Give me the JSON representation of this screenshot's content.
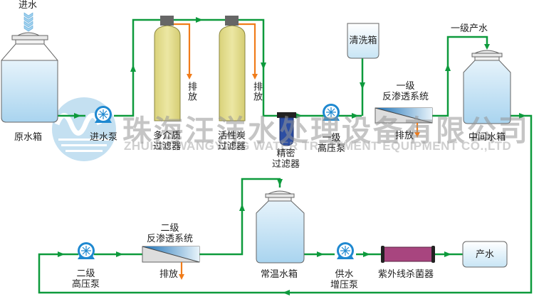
{
  "diagram": {
    "type": "process-flow",
    "subject": "two-stage reverse osmosis water treatment system",
    "colors": {
      "pipe": "#0d9a3c",
      "drain": "#f07c1a",
      "pump": "#1e88d0",
      "filter_vessel": "#e4de8a",
      "filter_cap": "#666666",
      "precision_filter": "#2c4ea3",
      "uv_sterilizer": "#a8457f",
      "water": "#bfe0f3"
    }
  },
  "watermark": {
    "company_cn": "珠海汪洋水处理设备有限公司",
    "company_en": "ZHUHAI WANGYANG WATER TREATMENT EQUIPMENT CO.,LTD"
  },
  "labels": {
    "inlet": "进水",
    "raw_tank": "原水箱",
    "feed_pump": "进水泵",
    "multimedia_filter": [
      "多介质",
      "过滤器"
    ],
    "carbon_filter": [
      "活性炭",
      "过滤器"
    ],
    "drain_1": "排放",
    "drain_2": "排放",
    "precision_filter": [
      "精密",
      "过滤器"
    ],
    "hp_pump_1": [
      "一级",
      "高压泵"
    ],
    "cleaning_tank": "清洗箱",
    "ro_1": [
      "一级",
      "反渗透系统"
    ],
    "ro_1_drain": "排放",
    "ro_1_product": "一级产水",
    "middle_tank": "中间水箱",
    "hp_pump_2": [
      "二级",
      "高压泵"
    ],
    "ro_2": [
      "二级",
      "反渗透系统"
    ],
    "ro_2_drain": "排放",
    "normal_tank": "常温水箱",
    "booster_pump": [
      "供水",
      "增压泵"
    ],
    "uv_sterilizer": "紫外线杀菌器",
    "product_water": "产水"
  }
}
